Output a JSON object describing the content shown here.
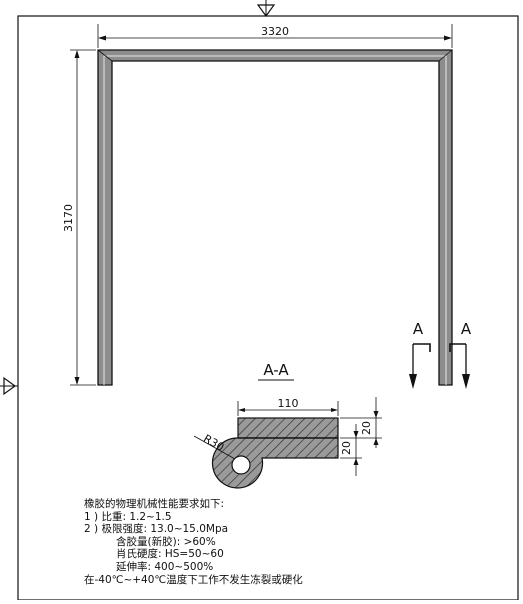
{
  "dimensions": {
    "width": "3320",
    "height": "3170",
    "section_width": "110",
    "section_h1": "20",
    "section_h2": "20",
    "radius": "R30"
  },
  "section": {
    "cut_label_left": "A",
    "cut_label_right": "A",
    "title": "A-A"
  },
  "notes": {
    "heading": "橡胶的物理机械性能要求如下:",
    "items": [
      "1 ) 比重: 1.2~1.5",
      "2 ) 极限强度: 13.0~15.0Mpa",
      "含胶量(新胶): >60%",
      "肖氏硬度: HS=50~60",
      "延伸率: 400~500%",
      "在-40℃~+40℃温度下工作不发生冻裂或硬化"
    ]
  }
}
